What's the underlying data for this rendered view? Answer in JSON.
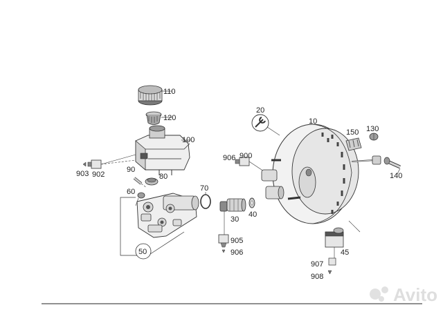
{
  "diagram": {
    "labels": {
      "p110": "110",
      "p120": "120",
      "p100": "100",
      "p90": "90",
      "p80": "80",
      "p60": "60",
      "p70": "70",
      "p903": "903",
      "p902": "902",
      "p50": "50",
      "p20": "20",
      "p10": "10",
      "p150": "150",
      "p130": "130",
      "p140": "140",
      "p906a": "906",
      "p900": "900",
      "p30": "30",
      "p40": "40",
      "p905": "905",
      "p906b": "906",
      "p45": "45",
      "p907": "907",
      "p908": "908"
    },
    "icons": {
      "wrench": "wrench-icon"
    },
    "colors": {
      "line": "#333333",
      "part_fill": "#e9e9e9",
      "part_dark": "#555555",
      "watermark": "#d9d9d9"
    }
  },
  "watermark": {
    "text": "Avito"
  }
}
